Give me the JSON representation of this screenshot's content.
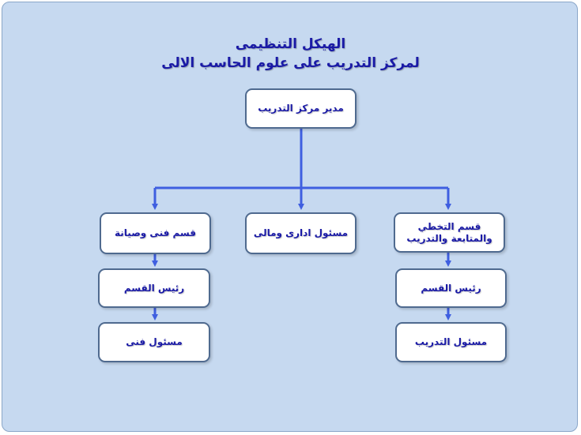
{
  "title": {
    "line1": "الهيكل التنظيمى",
    "line2": "لمركز التدريب على علوم الحاسب الالى"
  },
  "nodes": {
    "director": "مدير مركز التدريب",
    "planning": "قسم التخطي\nوالمتابعة والتدريب",
    "admin": "مسئول ادارى ومالى",
    "technical": "قسم فنى وصيانة",
    "planning_head": "رئيس القسم",
    "technical_head": "رئيس القسم",
    "training_officer": "مسئول التدريب",
    "technical_officer": "مسئول فنى"
  },
  "colors": {
    "background": "#c6d9f0",
    "connector": "#3f5fe0",
    "text": "#1a1aa6",
    "box_border": "#4f6a8f"
  }
}
